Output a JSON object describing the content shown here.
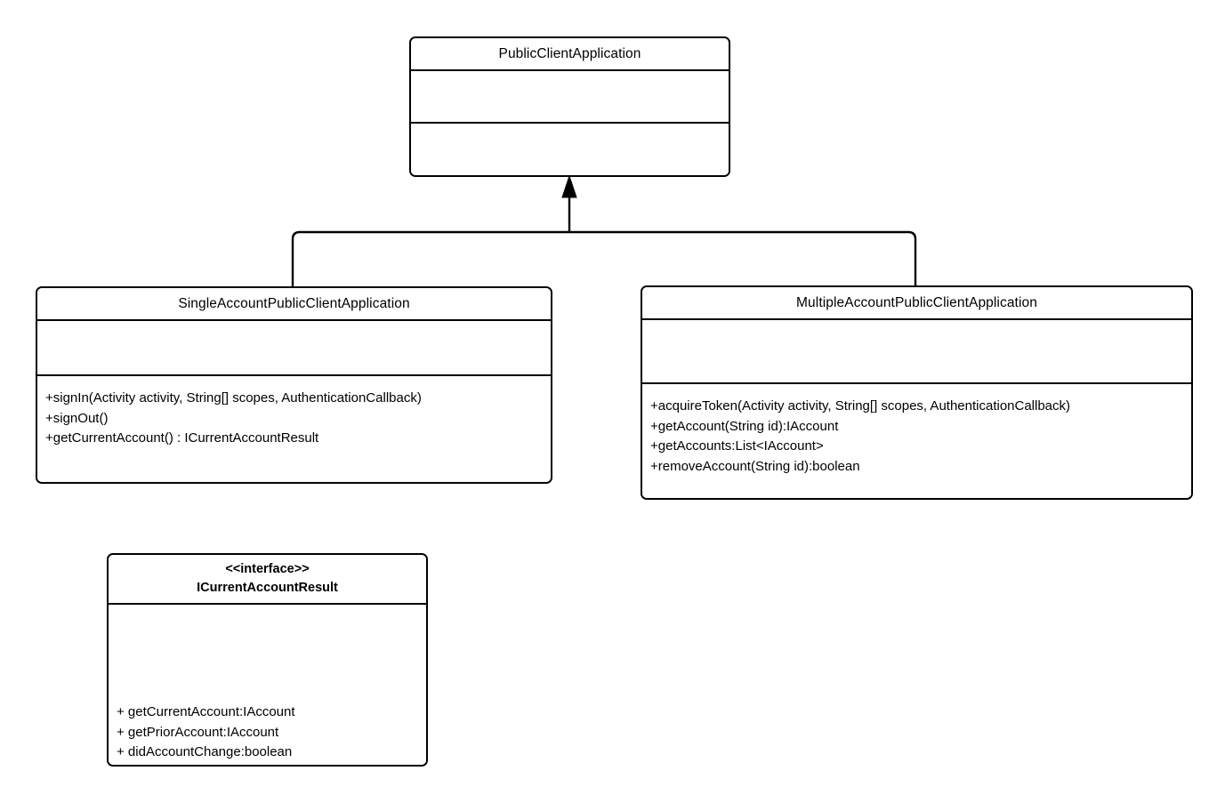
{
  "diagram": {
    "type": "uml-class-diagram",
    "background_color": "#ffffff",
    "line_color": "#000000",
    "classes": [
      {
        "id": "public-client-application",
        "name": "PublicClientApplication",
        "stereotype": "",
        "attributes": [],
        "methods": []
      },
      {
        "id": "single-account-public-client-application",
        "name": "SingleAccountPublicClientApplication",
        "stereotype": "",
        "attributes": [],
        "methods": [
          "+signIn(Activity activity, String[] scopes, AuthenticationCallback)",
          "+signOut()",
          "+getCurrentAccount() : ICurrentAccountResult"
        ]
      },
      {
        "id": "multiple-account-public-client-application",
        "name": "MultipleAccountPublicClientApplication",
        "stereotype": "",
        "attributes": [],
        "methods": [
          "+acquireToken(Activity activity, String[] scopes, AuthenticationCallback)",
          "+getAccount(String id):IAccount",
          "+getAccounts:List<IAccount>",
          "+removeAccount(String id):boolean"
        ]
      },
      {
        "id": "i-current-account-result",
        "name": "ICurrentAccountResult",
        "stereotype": "<<interface>>",
        "attributes": [],
        "methods": [
          "+ getCurrentAccount:IAccount",
          "+ getPriorAccount:IAccount",
          "+ didAccountChange:boolean"
        ]
      }
    ],
    "relationships": [
      {
        "id": "generalization-single-to-public",
        "kind": "generalization",
        "from": "single-account-public-client-application",
        "to": "public-client-application",
        "arrow": "solid-triangle"
      },
      {
        "id": "generalization-multiple-to-public",
        "kind": "generalization",
        "from": "multiple-account-public-client-application",
        "to": "public-client-application",
        "arrow": "solid-triangle"
      }
    ]
  }
}
